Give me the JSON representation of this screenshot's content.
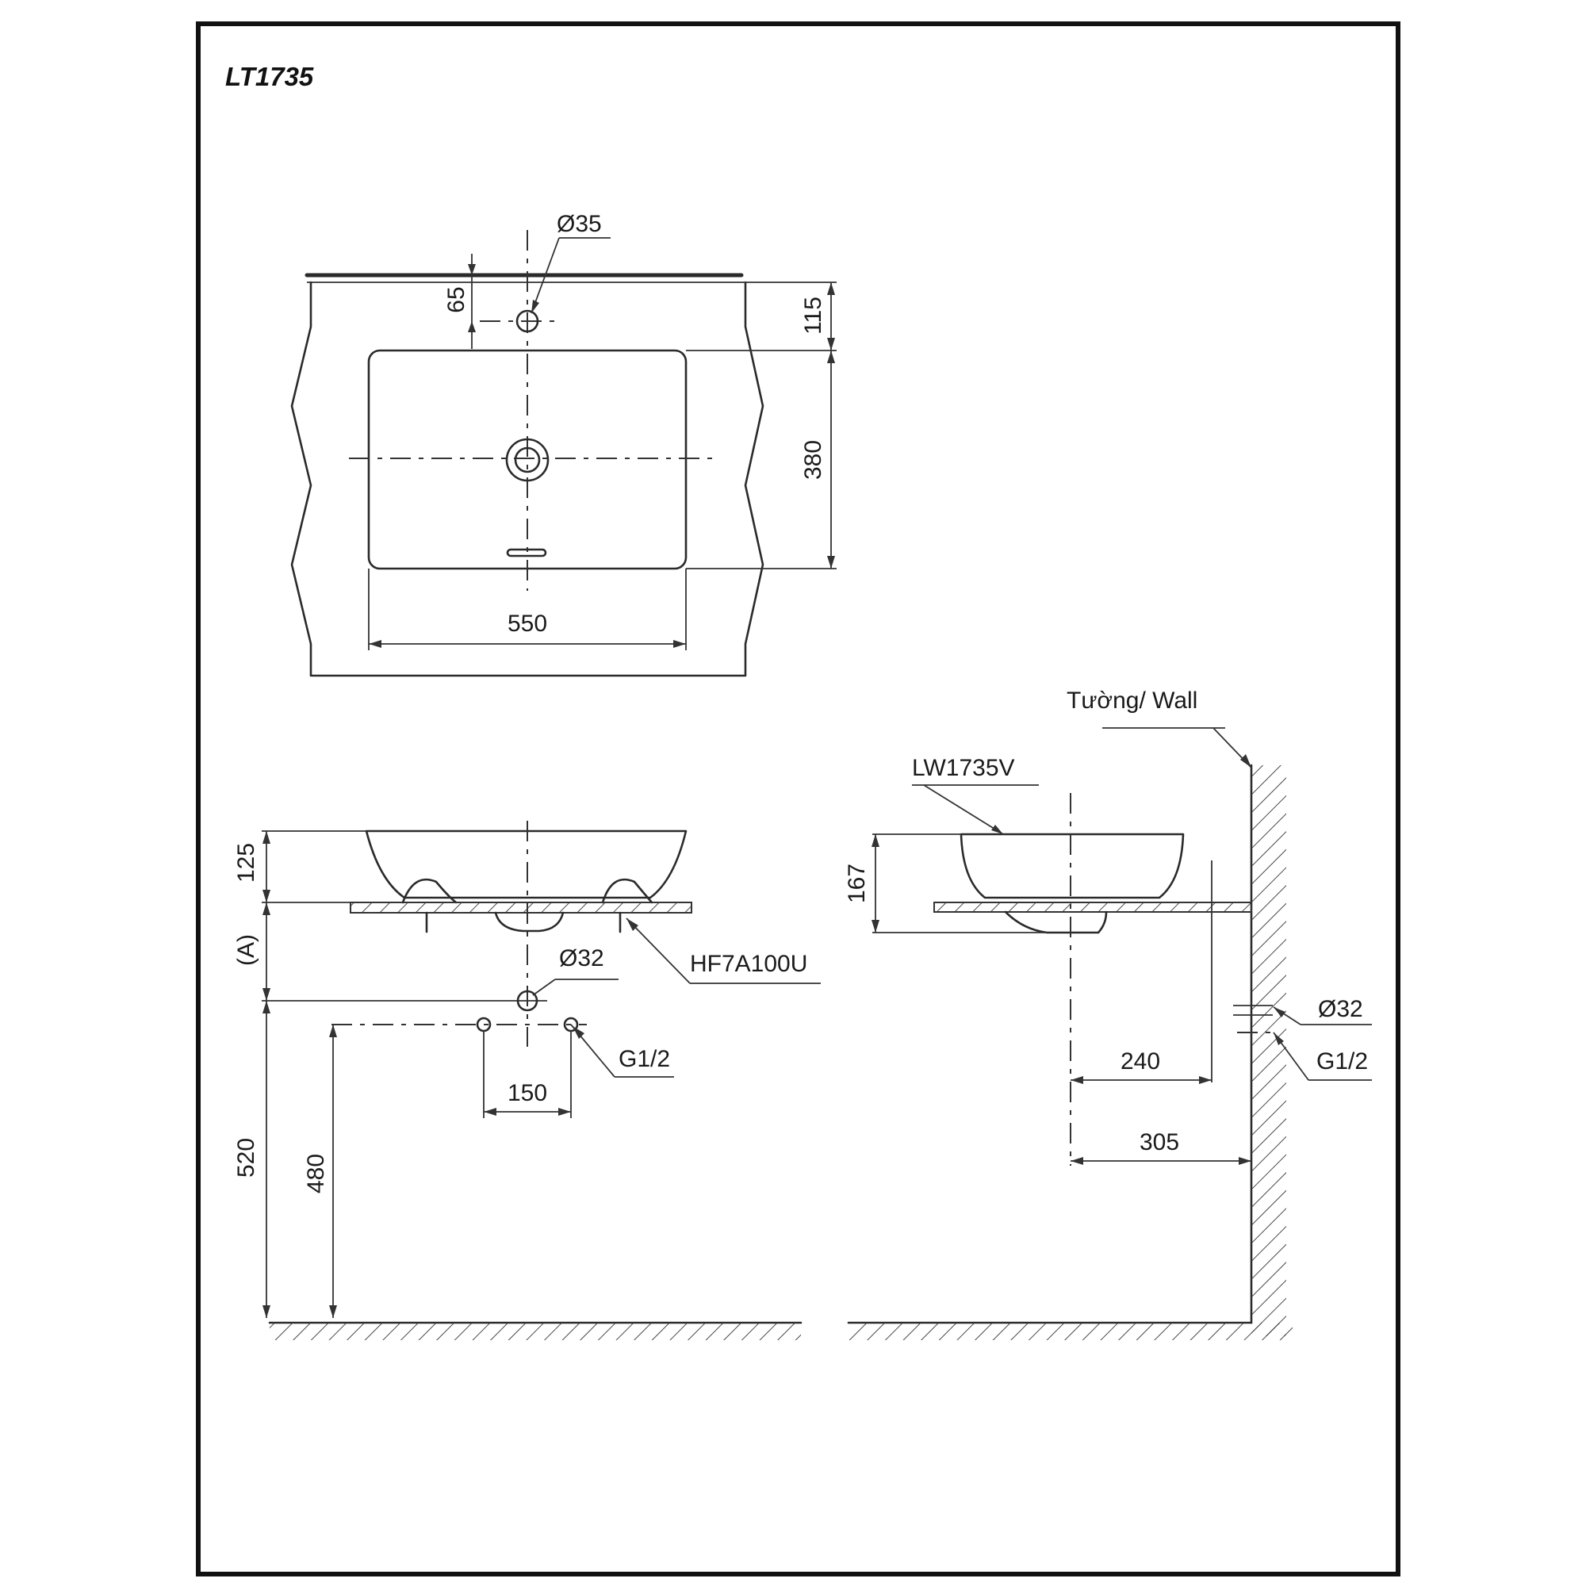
{
  "title": "LT1735",
  "top_view": {
    "overflow_hole": "Ø35",
    "dim_depth_offset": "65",
    "dim_rear": "115",
    "dim_bowl_depth": "380",
    "dim_bowl_width": "550"
  },
  "front_view": {
    "dim_height": "125",
    "dim_variable": "(A)",
    "drain_dia": "Ø32",
    "bracket_code": "HF7A100U",
    "supply_thread": "G1/2",
    "dim_supply_spacing": "150",
    "dim_drain_height": "520",
    "dim_supply_height": "480"
  },
  "side_view": {
    "wall_label": "Tường/ Wall",
    "model_label": "LW1735V",
    "dim_height": "167",
    "drain_dia": "Ø32",
    "supply_thread": "G1/2",
    "dim_tap_offset": "240",
    "dim_wall_offset": "305"
  }
}
